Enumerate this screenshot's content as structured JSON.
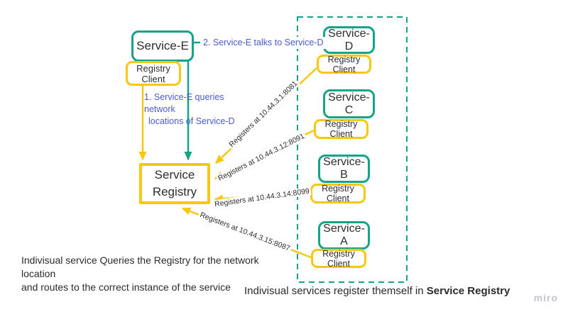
{
  "canvas": {
    "watermark": "miro"
  },
  "colors": {
    "teal": "#14a38b",
    "yellow": "#fac710",
    "blue_text": "#4a5bd0",
    "dark_text": "#2e2e2e",
    "watermark_gray": "#c5c4d2"
  },
  "service_e": {
    "label": "Service-E",
    "registry_client": "Registry Client"
  },
  "service_registry": {
    "line1": "Service",
    "line2": "Registry"
  },
  "registered_services": [
    {
      "label": "Service-D",
      "registry_client": "Registry Client",
      "register_note": "Registers at 10.44.3.1:8081"
    },
    {
      "label": "Service-C",
      "registry_client": "Registry Client",
      "register_note": "Registers at 10.44.3.12:8091"
    },
    {
      "label": "Service-B",
      "registry_client": "Registry Client",
      "register_note": "Registers at 10.44.3.14:8099"
    },
    {
      "label": "Service-A",
      "registry_client": "Registry Client",
      "register_note": "Registers at 10.44.3.15:8087"
    }
  ],
  "annotations": {
    "talks": "2. Service-E talks to Service-D",
    "queries_line1": "1. Service-E queries network",
    "queries_line2": "locations of Service-D",
    "bottom_left_line1": "Indivisual service Queries the Registry for the network location",
    "bottom_left_line2": "and routes to the correct instance of the service",
    "bottom_right_prefix": "Indivisual services register themself in ",
    "bottom_right_bold": "Service Registry"
  }
}
